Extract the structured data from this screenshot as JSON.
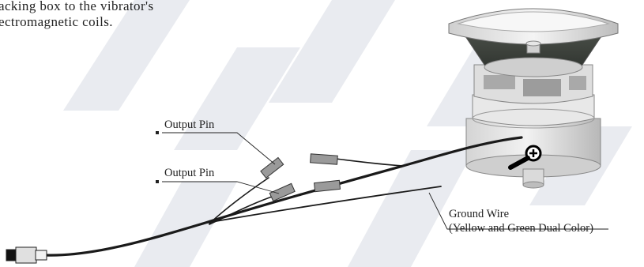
{
  "intro_text": {
    "line1": "acking box to the vibrator's",
    "line2": "ectromagnetic coils."
  },
  "labels": {
    "output_pin_top": "Output  Pin",
    "output_pin_bottom": "Output  Pin",
    "ground_wire_line1": "Ground Wire",
    "ground_wire_line2": "(Yellow and Green Dual Color)"
  },
  "colors": {
    "wire": "#1a1a1a",
    "pin_fill": "#9a9a9a",
    "watermark": "#e6e8ee",
    "bowl_dark": "#3a3f3a",
    "body_light": "#e4e4e4"
  }
}
